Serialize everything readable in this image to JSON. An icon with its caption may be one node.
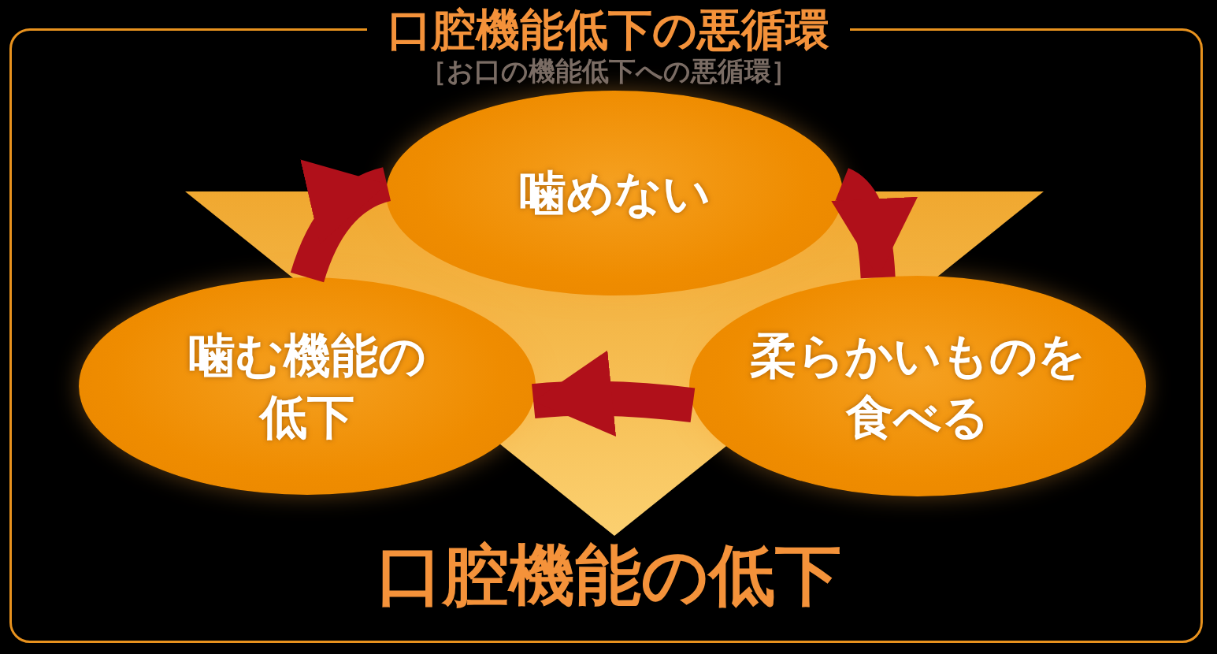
{
  "diagram": {
    "title": "口腔機能低下の悪循環",
    "nodes": [
      {
        "text": [
          "噛めない"
        ]
      },
      {
        "text": [
          "柔らかいものを食べる"
        ]
      },
      {
        "text": [
          "噛む機能の低下"
        ]
      }
    ],
    "edges": [
      {
        "from": 0,
        "to": 1,
        "arrow": "to"
      },
      {
        "from": 1,
        "to": 2,
        "arrow": "to"
      },
      {
        "from": 2,
        "to": 0,
        "arrow": "to"
      }
    ],
    "labels": [
      "［お口の機能低下への悪循環］",
      "口腔機能の低下"
    ]
  }
}
